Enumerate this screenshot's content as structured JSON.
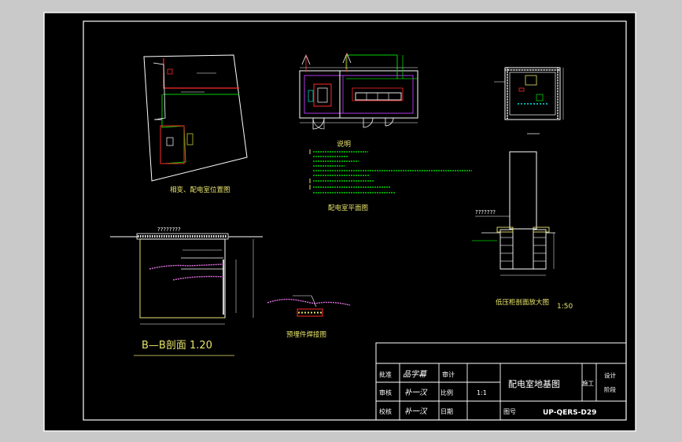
{
  "titles": {
    "site_plan": "相变、配电室位置图",
    "floor_plan": "配电室平面图",
    "notes_heading": "说明",
    "section_bb": "B—B剖面  1.20",
    "embed_detail": "预埋件焊接图",
    "cabinet_section": "低压柜剖面放大图",
    "cabinet_scale": "1:50",
    "top_label": "????????",
    "cabinet_top_label": "???????"
  },
  "title_block": {
    "row1": {
      "label": "批准",
      "signature": "品字幕",
      "label2": "审计"
    },
    "row2": {
      "label": "审核",
      "signature": "补一汉",
      "scale_label": "比例",
      "scale_value": "1:1"
    },
    "row3": {
      "label": "校核",
      "signature": "补一汉",
      "date_label": "日期"
    },
    "drawing_title": "配电室地基图",
    "stage_label": "施工",
    "design_label": "设计",
    "phase_label": "阶段",
    "number_label": "图号",
    "number_value": "UP-QERS-D29"
  }
}
